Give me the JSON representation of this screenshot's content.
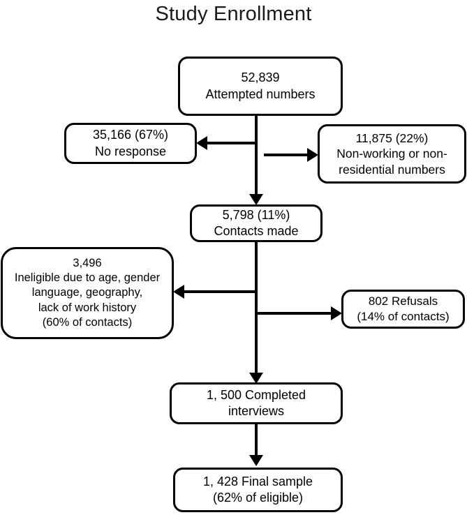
{
  "chart_data": {
    "type": "diagram",
    "diagram_kind": "flowchart",
    "title": "Study Enrollment",
    "nodes": [
      {
        "id": "attempted",
        "count": "52,839",
        "lines": "52,839\nAttempted numbers"
      },
      {
        "id": "noresponse",
        "count": "35,166 (67%)",
        "lines": "35,166 (67%)\nNo response"
      },
      {
        "id": "nonworking",
        "count": "11,875 (22%)",
        "lines": "11,875 (22%)\nNon-working or non-\nresidential numbers"
      },
      {
        "id": "contacts",
        "count": "5,798 (11%)",
        "lines": "5,798 (11%)\nContacts made"
      },
      {
        "id": "ineligible",
        "count": "3,496",
        "lines": "3,496\nIneligible due to age, gender\nlanguage, geography,\nlack of work history\n(60% of contacts)"
      },
      {
        "id": "refusals",
        "count": "802",
        "lines": "802 Refusals\n(14% of contacts)"
      },
      {
        "id": "completed",
        "count": "1, 500",
        "lines": "1, 500 Completed\ninterviews"
      },
      {
        "id": "final",
        "count": "1, 428",
        "lines": "1, 428 Final sample\n(62% of eligible)"
      }
    ],
    "edges": [
      {
        "from": "attempted",
        "to": "noresponse",
        "direction": "left"
      },
      {
        "from": "attempted",
        "to": "nonworking",
        "direction": "right"
      },
      {
        "from": "attempted",
        "to": "contacts",
        "direction": "down"
      },
      {
        "from": "contacts",
        "to": "ineligible",
        "direction": "left"
      },
      {
        "from": "contacts",
        "to": "refusals",
        "direction": "right"
      },
      {
        "from": "contacts",
        "to": "completed",
        "direction": "down"
      },
      {
        "from": "completed",
        "to": "final",
        "direction": "down"
      }
    ],
    "colors": {
      "stroke": "#000000",
      "background": "#ffffff",
      "text": "#000000"
    }
  },
  "title": "Study Enrollment",
  "nodes": {
    "attempted": "52,839\nAttempted numbers",
    "noresponse": "35,166 (67%)\nNo response",
    "nonworking": "11,875 (22%)\nNon-working or non-\nresidential numbers",
    "contacts": "5,798 (11%)\nContacts made",
    "ineligible": "3,496\nIneligible due to age, gender\nlanguage, geography,\nlack of work history\n(60% of contacts)",
    "refusals": "802 Refusals\n(14% of contacts)",
    "completed": "1, 500 Completed\ninterviews",
    "final": "1, 428 Final sample\n(62% of eligible)"
  }
}
